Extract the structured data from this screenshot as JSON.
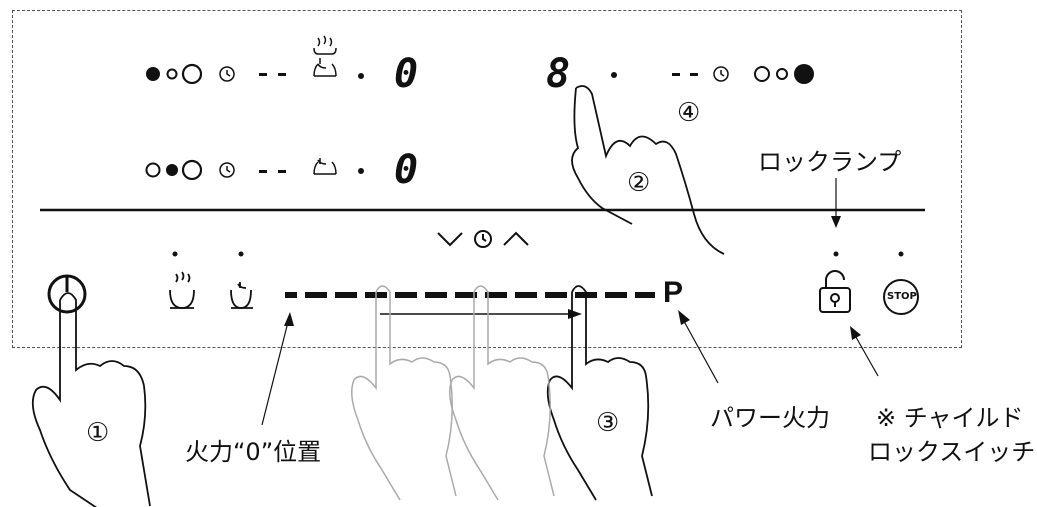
{
  "labels": {
    "lock_lamp": "ロックランプ",
    "power_max": "パワー火力",
    "heat_zero_pos": "火力“0”位置",
    "child_lock_line1": "※ チャイルド",
    "child_lock_line2": "ロックスイッチ"
  },
  "steps": {
    "s1": "①",
    "s2": "②",
    "s3": "③",
    "s4": "④"
  },
  "panel": {
    "left_top_digit": "0",
    "left_bottom_digit": "0",
    "right_top_digit": "8",
    "power_key": "P",
    "stop_key": "STOP",
    "timer_dashes": "- -"
  }
}
